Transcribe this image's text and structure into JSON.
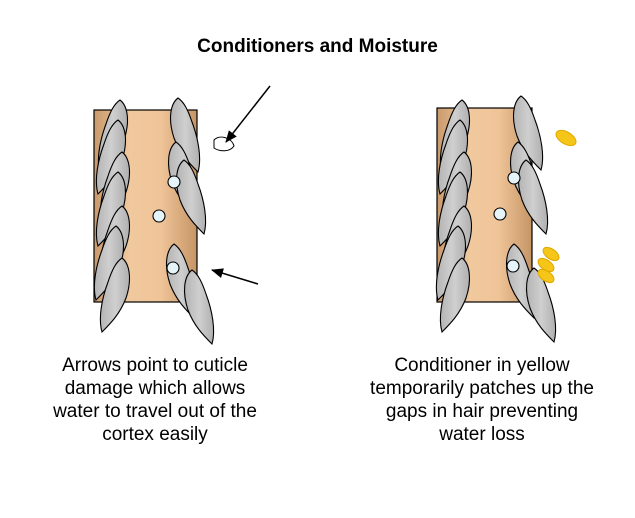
{
  "title": "Conditioners and Moisture",
  "left_panel": {
    "caption_lines": [
      "Arrows point to cuticle",
      "damage which allows",
      "water to travel out of the",
      "cortex easily"
    ]
  },
  "right_panel": {
    "caption_lines": [
      "Conditioner in yellow",
      "temporarily patches up the",
      "gaps in hair preventing",
      "water loss"
    ]
  },
  "colors": {
    "cortex": "#e8b98a",
    "cuticle": "#c0c0c0",
    "conditioner": "#f5c518",
    "pore": "#e4f4f8"
  }
}
